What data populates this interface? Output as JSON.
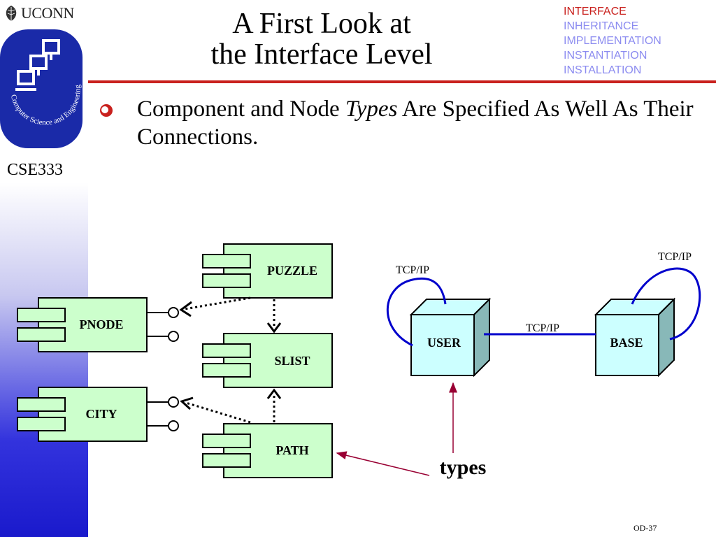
{
  "header": {
    "university": "UCONN",
    "course": "CSE333",
    "logo_ring_text": "Computer Science and Engineering"
  },
  "title": {
    "line1": "A First Look at",
    "line2": "the Interface Level"
  },
  "topics": [
    {
      "label": "INTERFACE",
      "active": true
    },
    {
      "label": "INHERITANCE",
      "active": false
    },
    {
      "label": "IMPLEMENTATION",
      "active": false
    },
    {
      "label": "INSTANTIATION",
      "active": false
    },
    {
      "label": "INSTALLATION",
      "active": false
    }
  ],
  "colors": {
    "accent": "#c9211e",
    "topic_inactive": "#8c8cf0",
    "component_fill": "#ccffcc",
    "node_fill": "#ccffff",
    "connection": "#0000cc",
    "arrow": "#990033"
  },
  "bullet": {
    "text_before": "Component and Node ",
    "text_italic": "Types",
    "text_after": " Are Specified As Well As Their Connections."
  },
  "diagram": {
    "components": {
      "puzzle": "PUZZLE",
      "pnode": "PNODE",
      "slist": "SLIST",
      "city": "CITY",
      "path": "PATH"
    },
    "nodes": {
      "user": "USER",
      "base": "BASE"
    },
    "connection_labels": {
      "user_loop": "TCP/IP",
      "user_base": "TCP/IP",
      "base_loop": "TCP/IP"
    },
    "annotation": "types"
  },
  "footer": {
    "slide_id": "OD-37"
  }
}
